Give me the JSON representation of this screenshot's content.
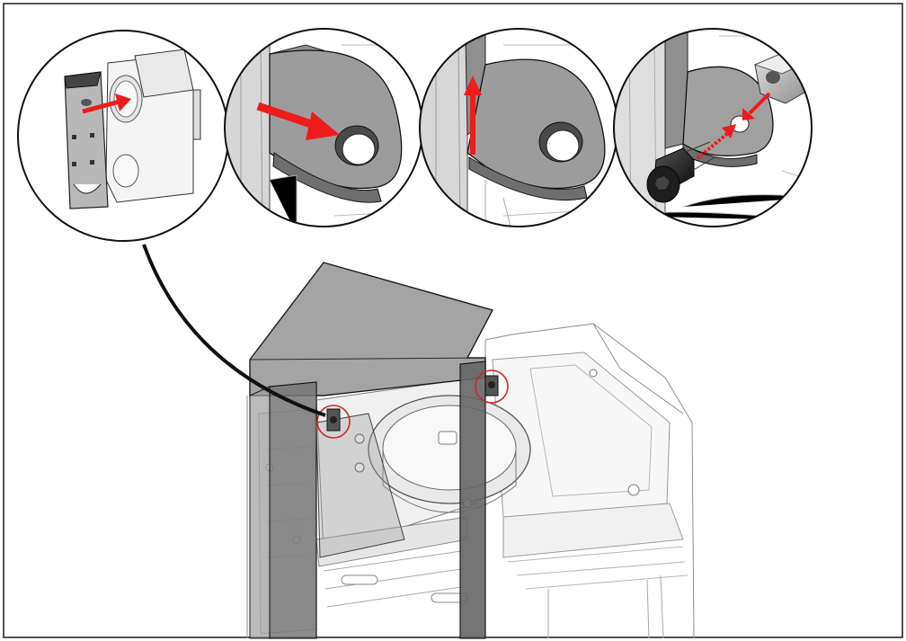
{
  "figure": {
    "kind": "assembly-instruction-illustration",
    "steps_shown": 4,
    "callouts": [
      "left-fixing-point",
      "right-fixing-point"
    ]
  },
  "colors": {
    "arrow": "#ee1c1c",
    "outline": "#1a1a1a",
    "panel_grey": "#9a9a9a",
    "panel_dark": "#6f6f6f",
    "panel_light": "#c9c9c9",
    "line_light": "#b5b5b5",
    "highlight_ring": "#d22525",
    "border": "#1a1a1a",
    "background": "#ffffff"
  },
  "icons": {
    "step1": "stove-back-panel-icon",
    "step2": "bracket-hole-arrow-icon",
    "step3": "bracket-up-arrow-icon",
    "step4": "bolt-nut-icon"
  }
}
